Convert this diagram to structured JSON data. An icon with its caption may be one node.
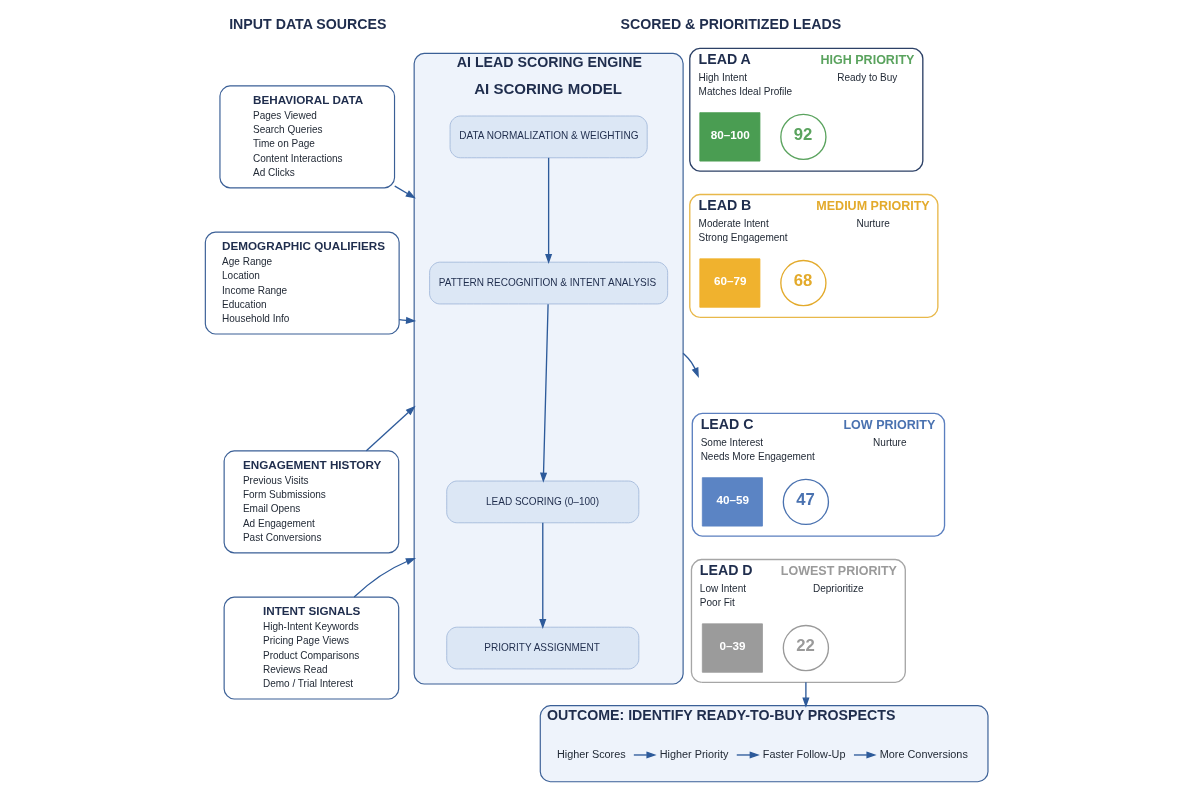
{
  "diagram": {
    "nodes": [
      {
        "text": [
          "BEHAVIORAL DATA",
          "Pages Viewed",
          "Search Queries",
          "Time on Page",
          "Content Interactions",
          "Ad Clicks"
        ]
      },
      {
        "text": [
          "DEMOGRAPHIC QUALIFIERS",
          "Age Range",
          "Location",
          "Income Range",
          "Education",
          "Household Info"
        ]
      },
      {
        "text": [
          "ENGAGEMENT HISTORY",
          "Previous Visits",
          "Form Submissions",
          "Email Opens",
          "Ad Engagement",
          "Past Conversions"
        ]
      },
      {
        "text": [
          "INTENT SIGNALS",
          "High-Intent Keywords",
          "Pricing Page Views",
          "Product Comparisons",
          "Reviews Read",
          "Demo / Trial Interest"
        ]
      },
      {
        "text": [
          "AI LEAD SCORING ENGINE",
          "AI SCORING MODEL"
        ]
      },
      {
        "text": [
          "DATA NORMALIZATION & WEIGHTING"
        ],
        "in": 4
      },
      {
        "text": [
          "PATTERN RECOGNITION & INTENT ANALYSIS"
        ],
        "in": 4
      },
      {
        "text": [
          "LEAD SCORING (0–100)"
        ],
        "in": 4
      },
      {
        "text": [
          "PRIORITY ASSIGNMENT"
        ],
        "in": 4
      },
      {
        "text": [
          "LEAD A",
          "High Intent",
          "Matches Ideal Profile",
          "HIGH PRIORITY",
          "Ready to Buy"
        ]
      },
      {
        "text": [
          "80–100"
        ],
        "in": 9
      },
      {
        "text": [
          "92"
        ],
        "in": 9
      },
      {
        "text": [
          "LEAD B",
          "Moderate Intent",
          "Strong Engagement",
          "MEDIUM PRIORITY",
          "Nurture"
        ]
      },
      {
        "text": [
          "60–79"
        ],
        "in": 12
      },
      {
        "text": [
          "68"
        ],
        "in": 12
      },
      {
        "text": [
          "LEAD C",
          "Some Interest",
          "Needs More Engagement",
          "LOW PRIORITY",
          "Nurture"
        ]
      },
      {
        "text": [
          "40–59"
        ],
        "in": 15
      },
      {
        "text": [
          "47"
        ],
        "in": 15
      },
      {
        "text": [
          "LEAD D",
          "Low Intent",
          "Poor Fit",
          "LOWEST PRIORITY",
          "Deprioritize"
        ]
      },
      {
        "text": [
          "0–39"
        ],
        "in": 18
      },
      {
        "text": [
          "22"
        ],
        "in": 18
      },
      {
        "text": [
          "OUTCOME: IDENTIFY READY-TO-BUY PROSPECTS"
        ]
      },
      {
        "text": [
          "Higher Scores"
        ],
        "in": 21
      },
      {
        "text": [
          "Higher Priority"
        ],
        "in": 21
      },
      {
        "text": [
          "Faster Follow-Up"
        ],
        "in": 21
      },
      {
        "text": [
          "More Conversions"
        ],
        "in": 21
      }
    ],
    "edges": [
      {
        "from": 0,
        "to": 4,
        "arrow": "to"
      },
      {
        "from": 1,
        "to": 4,
        "arrow": "to"
      },
      {
        "from": 2,
        "to": 4,
        "arrow": "to"
      },
      {
        "from": 3,
        "to": 4,
        "arrow": "to"
      },
      {
        "from": 5,
        "to": 6,
        "arrow": "to"
      },
      {
        "from": 6,
        "to": 7,
        "arrow": "to"
      },
      {
        "from": 7,
        "to": 8,
        "arrow": "to"
      },
      {
        "from": 4,
        "to": null,
        "arrow": "to"
      },
      {
        "from": 18,
        "to": 21,
        "arrow": "to"
      },
      {
        "from": 22,
        "to": 23,
        "arrow": "to"
      },
      {
        "from": 23,
        "to": 24,
        "arrow": "to"
      },
      {
        "from": 24,
        "to": 25,
        "arrow": "to"
      }
    ],
    "labels": [
      "INPUT DATA SOURCES",
      "SCORED & PRIORITIZED LEADS"
    ]
  }
}
